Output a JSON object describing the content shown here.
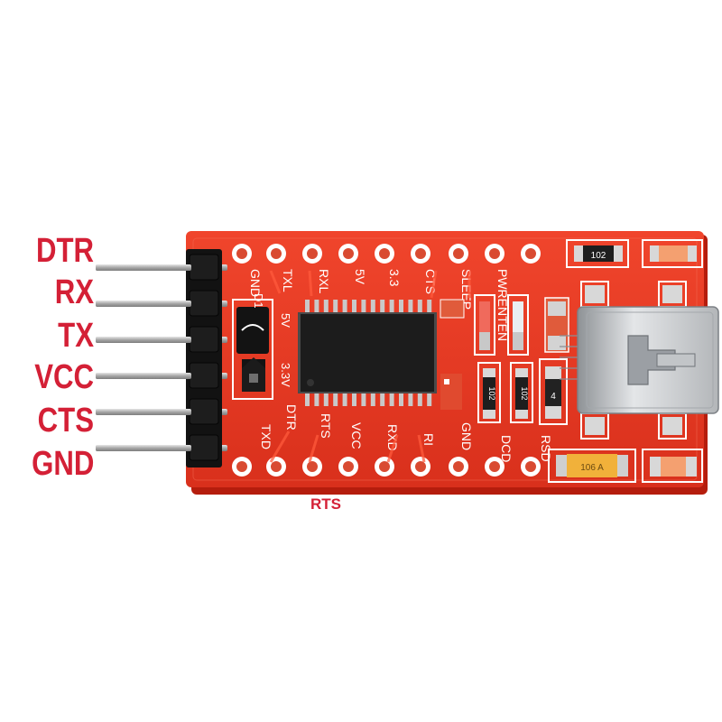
{
  "callouts": {
    "left": [
      "DTR",
      "RX",
      "TX",
      "VCC",
      "CTS",
      "GND"
    ],
    "bottom": "RTS"
  },
  "board": {
    "top_pin_labels": [
      "GND",
      "TXL",
      "RXL",
      "5V",
      "3.3",
      "CTS",
      "SLEEP",
      "PWRENTEN"
    ],
    "bottom_pin_labels": [
      "TXD",
      "DTR",
      "RTS",
      "VCC",
      "RXD",
      "RI",
      "GND",
      "DCD",
      "RSD"
    ],
    "jumper_labels": [
      "D1",
      "5V",
      "3.3V"
    ],
    "resistor_markings": [
      "102",
      "102",
      "102"
    ],
    "capacitor_marking": "106 A",
    "diode_marking": "4"
  },
  "colors": {
    "callout_text": "#d42036",
    "pcb": "#e8321f",
    "pcb_edge": "#c5200f",
    "silkscreen": "#ffffff",
    "chip": "#1c1c1c",
    "pin_metal": "#b9b9b9",
    "header_plastic": "#141414",
    "usb_metal": "#cfd2d5",
    "background": "#ffffff"
  }
}
